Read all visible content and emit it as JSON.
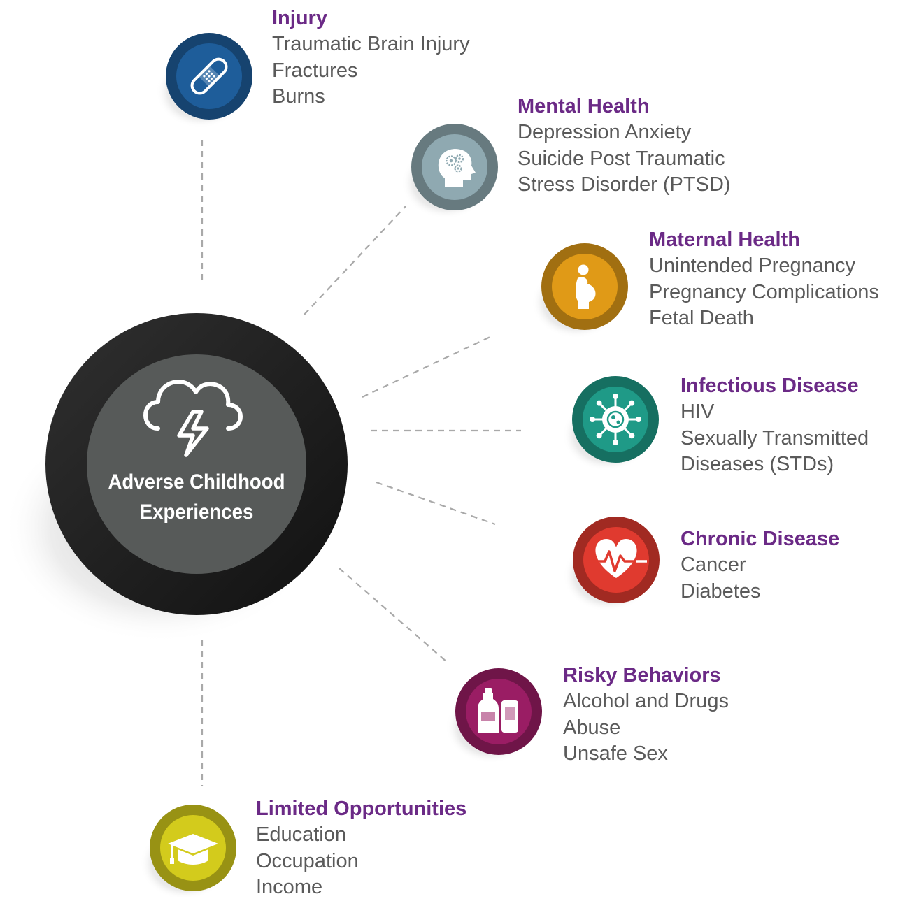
{
  "center": {
    "icon": "storm-cloud-icon",
    "title_line1": "Adverse Childhood",
    "title_line2": "Experiences"
  },
  "colors": {
    "title_purple": "#6b2a86",
    "item_gray": "#5a5a5a",
    "connector_gray": "#a9a9a9"
  },
  "categories": [
    {
      "title": "Injury",
      "items": [
        "Traumatic Brain Injury",
        "Fractures",
        "Burns"
      ],
      "icon": "bandage-icon",
      "color": "#1e5d9a"
    },
    {
      "title": "Mental Health",
      "items": [
        "Depression Anxiety",
        "Suicide Post Traumatic",
        "Stress Disorder (PTSD)"
      ],
      "icon": "head-gears-icon",
      "color": "#8fa9b1"
    },
    {
      "title": "Maternal Health",
      "items": [
        "Unintended Pregnancy",
        "Pregnancy Complications",
        "Fetal Death"
      ],
      "icon": "pregnant-woman-icon",
      "color": "#e09a17"
    },
    {
      "title": "Infectious Disease",
      "items": [
        "HIV",
        "Sexually Transmitted",
        "Diseases (STDs)"
      ],
      "icon": "virus-icon",
      "color": "#1f9a87"
    },
    {
      "title": "Chronic Disease",
      "items": [
        "Cancer",
        "Diabetes"
      ],
      "icon": "heart-pulse-icon",
      "color": "#e03a2f"
    },
    {
      "title": "Risky Behaviors",
      "items": [
        "Alcohol and Drugs",
        "Abuse",
        "Unsafe Sex"
      ],
      "icon": "bottles-icon",
      "color": "#9a1d64"
    },
    {
      "title": "Limited Opportunities",
      "items": [
        "Education",
        "Occupation",
        "Income"
      ],
      "icon": "graduation-cap-icon",
      "color": "#d3cb1c"
    }
  ]
}
